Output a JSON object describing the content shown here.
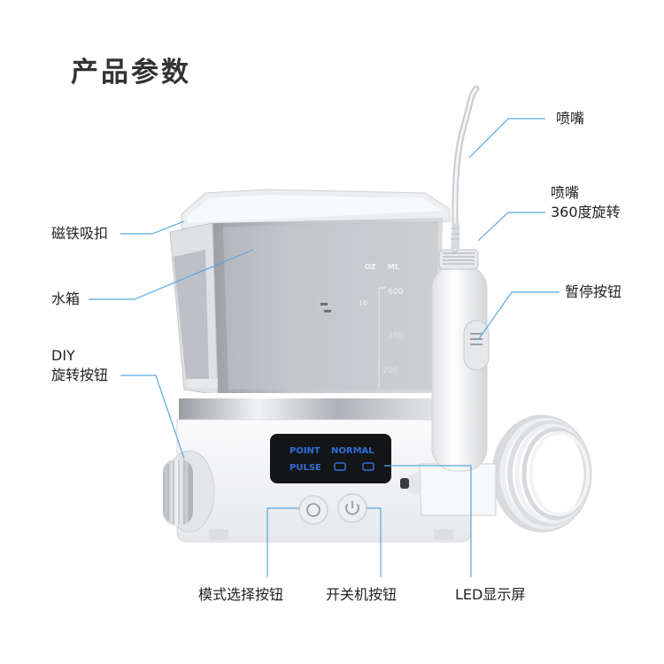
{
  "title": "产品参数",
  "labels": {
    "nozzle": "喷嘴",
    "nozzle_rotate_line1": "喷嘴",
    "nozzle_rotate_line2": "360度旋转",
    "magnetic": "磁铁吸扣",
    "tank": "水箱",
    "pause": "暂停按钮",
    "diy_line1": "DIY",
    "diy_line2": "旋转按钮",
    "mode": "模式选择按钮",
    "power": "开关机按钮",
    "led": "LED显示屏"
  },
  "tank_scale": {
    "oz": "OZ",
    "ml": "ML",
    "v600": "600",
    "v16": "16",
    "v350": "350",
    "v200": "200"
  },
  "lcd": {
    "point": "POINT",
    "normal": "NORMAL",
    "pulse": "PULSE"
  },
  "colors": {
    "callout_line": "#5aa8e0",
    "lcd_text": "#2f6fd8",
    "body": "#f4f5f7"
  }
}
